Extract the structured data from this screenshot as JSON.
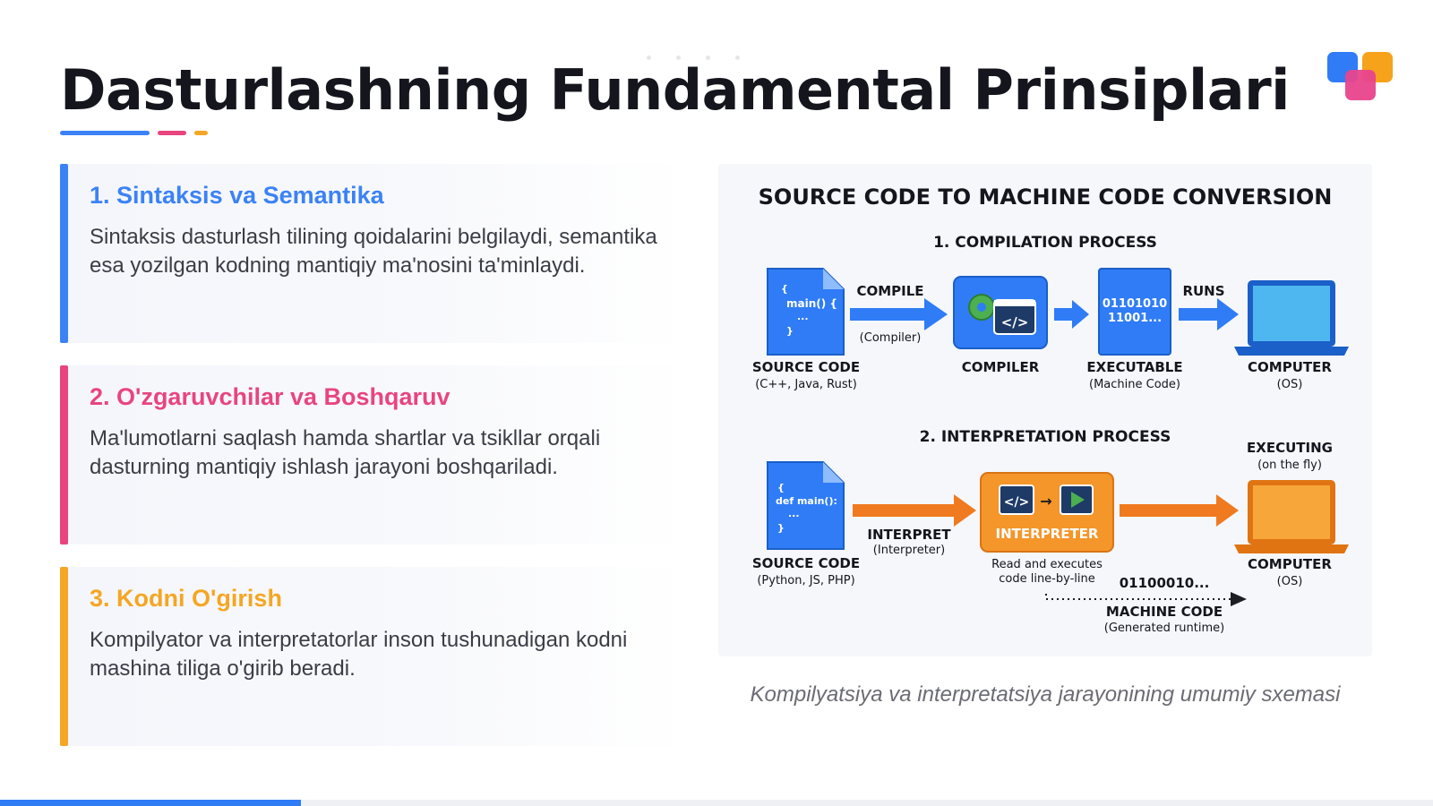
{
  "slide": {
    "title": "Dasturlashning Fundamental Prinsiplari",
    "progress": 0.21,
    "accent_colors": {
      "blue": "#3b82f6",
      "pink": "#e8457f",
      "orange": "#f5a623"
    }
  },
  "cards": [
    {
      "heading": "1. Sintaksis va Semantika",
      "text": "Sintaksis dasturlash tilining qoidalarini belgilaydi, semantika esa yozilgan kodning mantiqiy ma'nosini ta'minlaydi."
    },
    {
      "heading": "2. O'zgaruvchilar va Boshqaruv",
      "text": "Ma'lumotlarni saqlash hamda shartlar va tsikllar orqali dasturning mantiqiy ishlash jarayoni boshqariladi."
    },
    {
      "heading": "3. Kodni O'girish",
      "text": "Kompilyator va interpretatorlar inson tushunadigan kodni mashina tiliga o'girib beradi."
    }
  ],
  "diagram": {
    "title": "SOURCE CODE TO MACHINE CODE CONVERSION",
    "compilation": {
      "heading": "1. COMPILATION PROCESS",
      "source_code": {
        "code_lines": [
          "{",
          "main() {",
          "...",
          "}"
        ],
        "label": "SOURCE CODE",
        "sublabel": "(C++, Java, Rust)"
      },
      "compile_label": "COMPILE",
      "compile_sublabel": "(Compiler)",
      "compiler": {
        "label": "COMPILER"
      },
      "executable": {
        "binary_lines": [
          "01101010",
          "11001..."
        ],
        "label": "EXECUTABLE",
        "sublabel": "(Machine Code)"
      },
      "runs_label": "RUNS",
      "computer": {
        "label": "COMPUTER",
        "sublabel": "(OS)"
      }
    },
    "interpretation": {
      "heading": "2. INTERPRETATION PROCESS",
      "source_code": {
        "code_lines": [
          "{",
          "def main():",
          "...",
          "}"
        ],
        "label": "SOURCE CODE",
        "sublabel": "(Python, JS, PHP)"
      },
      "interpret_label": "INTERPRET",
      "interpret_sublabel": "(Interpreter)",
      "interpreter": {
        "label": "INTERPRETER",
        "desc_lines": [
          "Read and executes",
          "code line-by-line"
        ]
      },
      "executing_label": "EXECUTING",
      "executing_sublabel": "(on the fly)",
      "computer": {
        "label": "COMPUTER",
        "sublabel": "(OS)"
      },
      "machine_code_value": "01100010...",
      "machine_code_label": "MACHINE CODE",
      "machine_code_sublabel": "(Generated runtime)"
    },
    "caption": "Kompilyatsiya va interpretatsiya jarayonining umumiy sxemasi"
  }
}
